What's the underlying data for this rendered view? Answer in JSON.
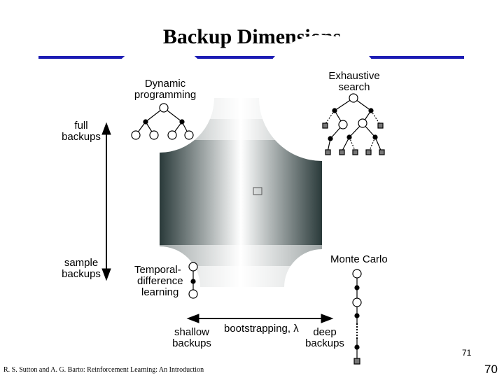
{
  "slide": {
    "title": "Backup Dimensions",
    "footer": "R. S. Sutton and A. G. Barto: Reinforcement Learning: An Introduction",
    "inner_page_number": "71",
    "slide_number": "70"
  },
  "diagram": {
    "corners": {
      "top_left": [
        "Dynamic",
        "programming"
      ],
      "top_right": [
        "Exhaustive",
        "search"
      ],
      "bottom_left": [
        "Temporal-",
        "difference",
        "learning"
      ],
      "bottom_right": "Monte Carlo"
    },
    "vertical_axis": {
      "top": [
        "full",
        "backups"
      ],
      "bottom": [
        "sample",
        "backups"
      ]
    },
    "horizontal_axis": {
      "left": [
        "shallow",
        "backups"
      ],
      "middle": "bootstrapping, λ",
      "right": [
        "deep",
        "backups"
      ]
    },
    "colors": {
      "title_rule": "#1c1cb4",
      "gradient_center": "#2a3a3a",
      "gradient_edge": "#ffffff"
    }
  }
}
